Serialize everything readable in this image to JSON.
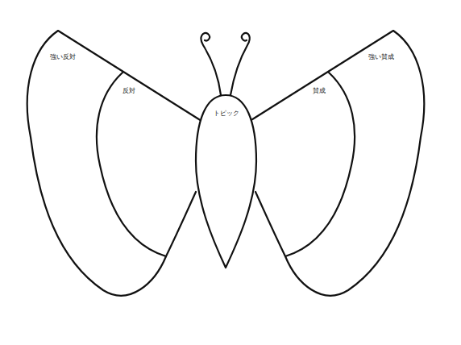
{
  "diagram": {
    "nodes": [
      {
        "text": [
          "強い反対"
        ]
      },
      {
        "text": [
          "反対"
        ],
        "in": 0
      },
      {
        "text": [
          "トピック"
        ]
      },
      {
        "text": [
          "強い賛成"
        ]
      },
      {
        "text": [
          "賛成"
        ],
        "in": 3
      }
    ]
  }
}
